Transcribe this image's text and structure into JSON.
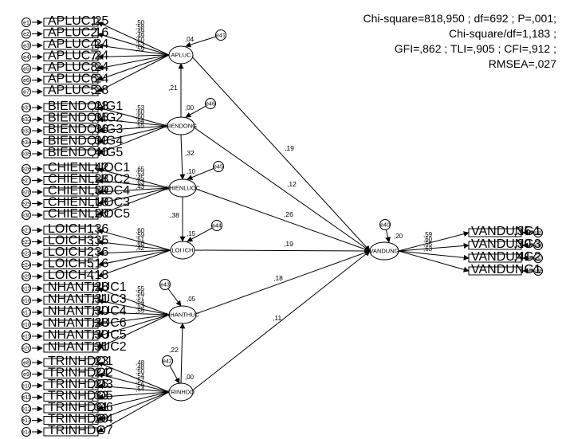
{
  "fit_stats": {
    "line1": "Chi-square=818,950 ; df=692 ; P=,001;",
    "line2": "Chi-square/df=1,183 ;",
    "line3": "GFI=,862 ; TLI=,905 ; CFI=,912 ;",
    "line4": "RMSEA=,027"
  },
  "latents": [
    {
      "id": "APLUC",
      "label": "APLUC",
      "r2": ",04",
      "err": "e41"
    },
    {
      "id": "BIENDONG",
      "label": "BIENDONG",
      "r2": ",00",
      "err": "e46"
    },
    {
      "id": "CHIENLUOC",
      "label": "CHIENLUOC",
      "r2": ",10",
      "err": "e45"
    },
    {
      "id": "LOICH",
      "label": "LOI ICH",
      "r2": ",15",
      "err": "e44"
    },
    {
      "id": "NHANTHUC",
      "label": "NHANTHUC",
      "r2": ",05",
      "err": "e43"
    },
    {
      "id": "TRINHDO",
      "label": "TRINHDO",
      "r2": ",00",
      "err": "e42"
    },
    {
      "id": "VANDUNG",
      "label": "VANDUNG",
      "r2": ",20",
      "err": "e40"
    }
  ],
  "indicators": [
    {
      "group": "APLUC",
      "label": "APLUC1",
      "r2": ",25",
      "load": ",50",
      "err": "e1"
    },
    {
      "group": "APLUC",
      "label": "APLUC2",
      "r2": ",16",
      "load": ",58",
      "err": "e2"
    },
    {
      "group": "APLUC",
      "label": "APLUC4",
      "r2": ",24",
      "load": ",49",
      "err": "e3"
    },
    {
      "group": "APLUC",
      "label": "APLUC7",
      "r2": ",24",
      "load": ",49",
      "err": "e4"
    },
    {
      "group": "APLUC",
      "label": "APLUC8",
      "r2": ",24",
      "load": ",50",
      "err": "e5"
    },
    {
      "group": "APLUC",
      "label": "APLUC6",
      "r2": ",24",
      "load": ",53",
      "err": "e6"
    },
    {
      "group": "APLUC",
      "label": "APLUC5",
      "r2": ",28",
      "load": ",59",
      "err": "e7"
    },
    {
      "group": "BIENDONG",
      "label": "BIENDONG1",
      "r2": ",28",
      "load": ",53",
      "err": "e31"
    },
    {
      "group": "BIENDONG",
      "label": "BIENDONG2",
      "r2": ",35",
      "load": ",60",
      "err": "e32"
    },
    {
      "group": "BIENDONG",
      "label": "BIENDONG3",
      "r2": ",36",
      "load": ",60",
      "err": "e33"
    },
    {
      "group": "BIENDONG",
      "label": "BIENDONG4",
      "r2": ",30",
      "load": ",64",
      "err": "e34"
    },
    {
      "group": "BIENDONG",
      "label": "BIENDONG5",
      "r2": ",40",
      "load": ",55",
      "err": "e35"
    },
    {
      "group": "CHIENLUOC",
      "label": "CHIENLUOC1",
      "r2": ",42",
      "load": ",65",
      "err": "e26"
    },
    {
      "group": "CHIENLUOC",
      "label": "CHIENLUOC2",
      "r2": ",28",
      "load": ",53",
      "err": "e27"
    },
    {
      "group": "CHIENLUOC",
      "label": "CHIENLUOC4",
      "r2": ",39",
      "load": ",45",
      "err": "e28"
    },
    {
      "group": "CHIENLUOC",
      "label": "CHIENLUOC3",
      "r2": ",18",
      "load": ",63",
      "err": "e29"
    },
    {
      "group": "CHIENLUOC",
      "label": "CHIENLUOC5",
      "r2": ",20",
      "load": ",43",
      "err": "e30"
    },
    {
      "group": "LOICH",
      "label": "LOICH1",
      "r2": ",36",
      "load": ",60",
      "err": "e21"
    },
    {
      "group": "LOICH",
      "label": "LOICH3",
      "r2": ",35",
      "load": ",59",
      "err": "e22"
    },
    {
      "group": "LOICH",
      "label": "LOICH2",
      "r2": ",36",
      "load": ",51",
      "err": "e23"
    },
    {
      "group": "LOICH",
      "label": "LOICH5",
      "r2": ",16",
      "load": ",60",
      "err": "e24"
    },
    {
      "group": "LOICH",
      "label": "LOICH4",
      "r2": ",18",
      "load": ",42",
      "err": "e25"
    },
    {
      "group": "NHANTHUC",
      "label": "NHANTHUC1",
      "r2": ",28",
      "load": ",55",
      "err": "e15"
    },
    {
      "group": "NHANTHUC",
      "label": "NHANTHUC3",
      "r2": ",31",
      "load": ",56",
      "err": "e16"
    },
    {
      "group": "NHANTHUC",
      "label": "NHANTHUC4",
      "r2": ",30",
      "load": ",57",
      "err": "e17"
    },
    {
      "group": "NHANTHUC",
      "label": "NHANTHUC6",
      "r2": ",28",
      "load": ",54",
      "err": "e18"
    },
    {
      "group": "NHANTHUC",
      "label": "NHANTHUC5",
      "r2": ",30",
      "load": ",53",
      "err": "e19"
    },
    {
      "group": "NHANTHUC",
      "label": "NHANTHUC2",
      "r2": ",31",
      "load": ",55",
      "err": "e20"
    },
    {
      "group": "TRINHDO",
      "label": "TRINHDO1",
      "r2": ",23",
      "load": ",48",
      "err": "e8"
    },
    {
      "group": "TRINHDO",
      "label": "TRINHDO2",
      "r2": ",24",
      "load": ",48",
      "err": "e9"
    },
    {
      "group": "TRINHDO",
      "label": "TRINHDO3",
      "r2": ",25",
      "load": ",50",
      "err": "e10"
    },
    {
      "group": "TRINHDO",
      "label": "TRINHDO5",
      "r2": ",33",
      "load": ",54",
      "err": "e11"
    },
    {
      "group": "TRINHDO",
      "label": "TRINHDO6",
      "r2": ",31",
      "load": ",57",
      "err": "e12"
    },
    {
      "group": "TRINHDO",
      "label": "TRINHDO4",
      "r2": ",29",
      "load": ",56",
      "err": "e13"
    },
    {
      "group": "TRINHDO",
      "label": "TRINHDO7",
      "r2": "",
      "load": ",54",
      "err": "e14"
    },
    {
      "group": "VANDUNG",
      "label": "VANDUNG1",
      "r2": ",35",
      "load": ",59",
      "err": "e39"
    },
    {
      "group": "VANDUNG",
      "label": "VANDUNG3",
      "r2": ",30",
      "load": ",60",
      "err": "e38"
    },
    {
      "group": "VANDUNG",
      "label": "VANDUNG2",
      "r2": ",41",
      "load": ",55",
      "err": "e37"
    },
    {
      "group": "VANDUNG",
      "label": "VANDUNG1",
      "r2": "",
      "load": ",63",
      "err": "e36"
    }
  ],
  "paths": [
    {
      "from": "BIENDONG",
      "to": "APLUC",
      "coef": ",21"
    },
    {
      "from": "BIENDONG",
      "to": "CHIENLUOC",
      "coef": ",32"
    },
    {
      "from": "CHIENLUOC",
      "to": "LOICH",
      "coef": ",38"
    },
    {
      "from": "TRINHDO",
      "to": "NHANTHUC",
      "coef": ",22"
    },
    {
      "from": "APLUC",
      "to": "VANDUNG",
      "coef": ",19"
    },
    {
      "from": "BIENDONG",
      "to": "VANDUNG",
      "coef": ",12"
    },
    {
      "from": "CHIENLUOC",
      "to": "VANDUNG",
      "coef": ",26"
    },
    {
      "from": "LOICH",
      "to": "VANDUNG",
      "coef": ",19"
    },
    {
      "from": "NHANTHUC",
      "to": "VANDUNG",
      "coef": ",18"
    },
    {
      "from": "TRINHDO",
      "to": "VANDUNG",
      "coef": ",11"
    }
  ]
}
